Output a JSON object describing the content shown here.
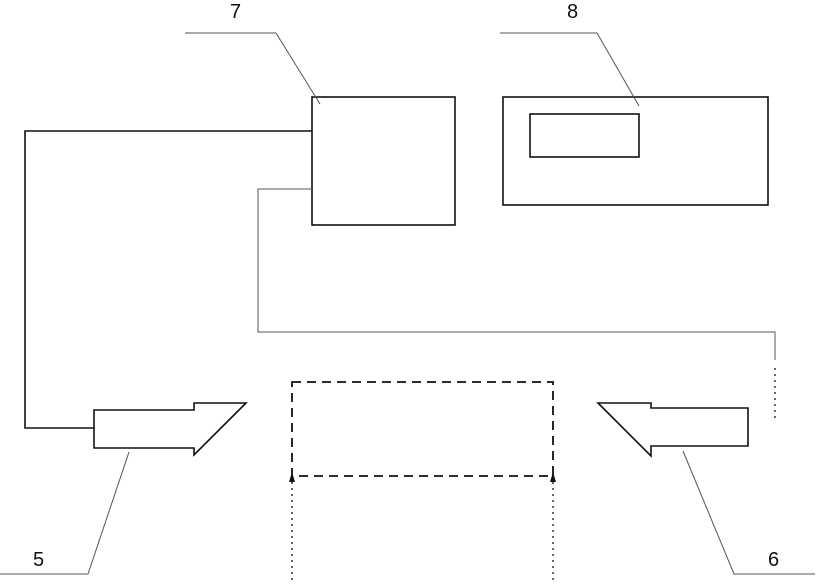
{
  "labels": {
    "controller": "7",
    "display_unit": "8",
    "left_probe": "5",
    "right_probe": "6"
  }
}
